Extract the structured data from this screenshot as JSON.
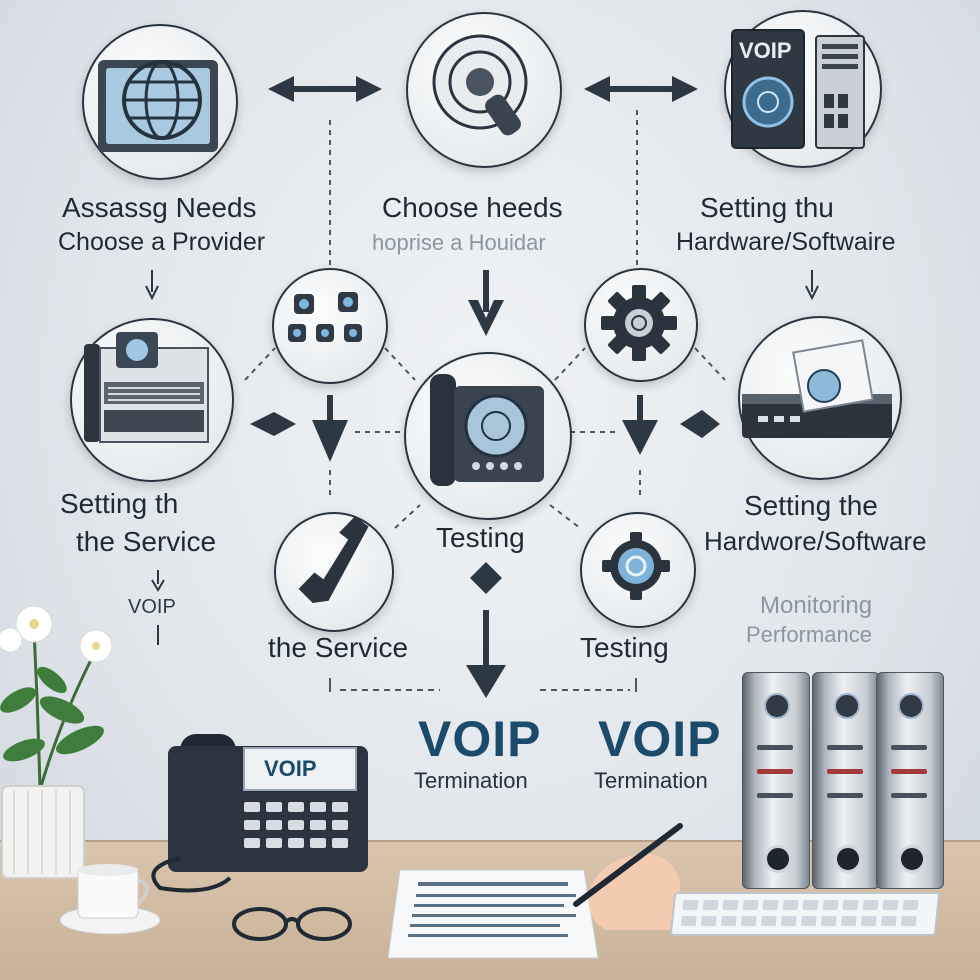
{
  "labels": {
    "assess_needs": "Assassg Needs",
    "choose_provider": "Choose a Provider",
    "choose_needs": "Choose heeds",
    "choose_garbled": "hoprise a Houidar",
    "setting_hw_top_1": "Setting thu",
    "setting_hw_top_2": "Hardware/Softwaire",
    "setting_service_1": "Setting th",
    "setting_service_2": "the Service",
    "voip_small": "VOIP",
    "testing_center": "Testing",
    "setting_hw_mid_1": "Setting the",
    "setting_hw_mid_2": "Hardwore/Software",
    "the_service": "the Service",
    "testing_right": "Testing",
    "monitoring_1": "Monitoring",
    "monitoring_2": "Performance",
    "voip_term_left_title": "VOIP",
    "voip_term_left_sub": "Termination",
    "voip_term_right_title": "VOIP",
    "voip_term_right_sub": "Termination"
  },
  "devices": {
    "router_screen": "VOIP",
    "desk_phone_screen": "VOIP"
  },
  "icons": {
    "globe": "globe-icon",
    "handset": "handset-icon",
    "voip_server": "server-icon",
    "apps_grid": "apps-grid-icon",
    "gear": "gear-icon",
    "rack_device": "rack-device-icon",
    "desk_phone": "desk-phone-icon",
    "router": "router-icon",
    "phone_receiver": "phone-receiver-icon",
    "gear_small": "gear-icon",
    "flower": "flower-icon"
  },
  "colors": {
    "accent": "#1b4a6b",
    "ink": "#1e2a36",
    "desk": "#d9c4ad"
  }
}
